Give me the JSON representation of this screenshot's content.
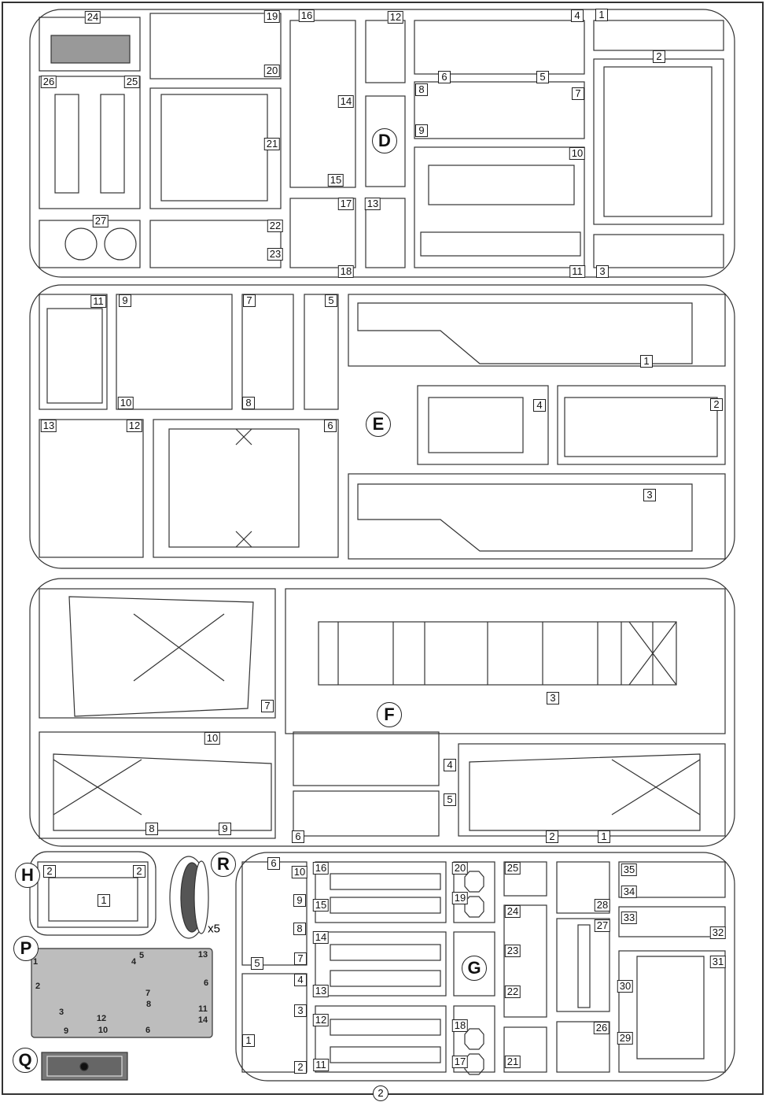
{
  "page_number": "2",
  "tire_quantity": "x5",
  "sprues": {
    "D": {
      "letter": "D",
      "labels": [
        "24",
        "26",
        "25",
        "27",
        "19",
        "20",
        "21",
        "22",
        "23",
        "16",
        "14",
        "15",
        "17",
        "18",
        "12",
        "13",
        "4",
        "6",
        "5",
        "8",
        "7",
        "9",
        "10",
        "11",
        "1",
        "2",
        "3"
      ]
    },
    "E": {
      "letter": "E",
      "labels": [
        "11",
        "9",
        "10",
        "7",
        "8",
        "5",
        "1",
        "4",
        "2",
        "3",
        "13",
        "12",
        "6"
      ]
    },
    "F": {
      "letter": "F",
      "labels": [
        "7",
        "10",
        "8",
        "9",
        "3",
        "4",
        "5",
        "6",
        "2",
        "1"
      ]
    },
    "H": {
      "letter": "H",
      "labels": [
        "2",
        "2",
        "1"
      ]
    },
    "R": {
      "letter": "R"
    },
    "P": {
      "letter": "P",
      "labels": [
        "1",
        "2",
        "3",
        "4",
        "5",
        "13",
        "6",
        "7",
        "8",
        "11",
        "14",
        "12",
        "10",
        "9",
        "6"
      ]
    },
    "Q": {
      "letter": "Q"
    },
    "G": {
      "letter": "G",
      "labels": [
        "6",
        "10",
        "9",
        "8",
        "5",
        "7",
        "4",
        "3",
        "1",
        "2",
        "16",
        "15",
        "14",
        "13",
        "12",
        "11",
        "20",
        "19",
        "18",
        "17",
        "25",
        "24",
        "23",
        "22",
        "21",
        "28",
        "27",
        "26",
        "35",
        "34",
        "33",
        "32",
        "31",
        "30",
        "29"
      ]
    }
  }
}
